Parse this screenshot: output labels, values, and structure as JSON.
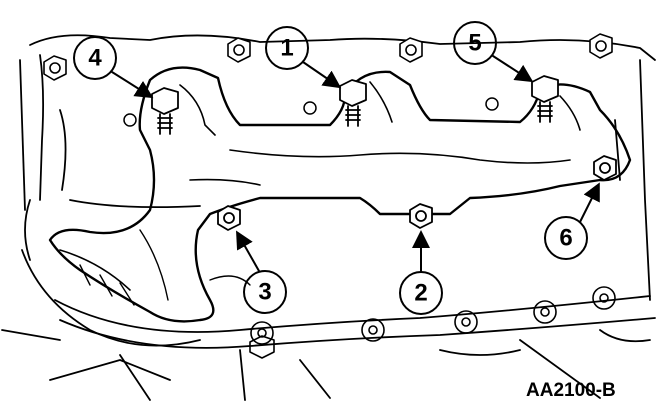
{
  "figure": {
    "figure_id": "AA2100-B",
    "callouts": [
      {
        "label": "1"
      },
      {
        "label": "2"
      },
      {
        "label": "3"
      },
      {
        "label": "4"
      },
      {
        "label": "5"
      },
      {
        "label": "6"
      }
    ]
  }
}
